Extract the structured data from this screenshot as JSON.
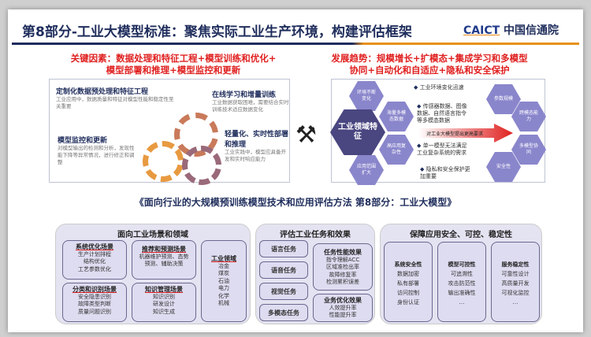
{
  "header": {
    "title": "第8部分-工业大模型标准：聚焦实际工业生产环境，构建评估框架",
    "logo_en": "CAICT",
    "logo_cn": "中国信通院"
  },
  "key_factors": {
    "line1": "关键因素：数据处理和特征工程+模型训练和优化+",
    "line2": "模型部署和推理+模型监控和更新"
  },
  "trends": {
    "line1": "发展趋势：规模增长+扩模态+集成学习和多模型",
    "line2": "协同+自动化和自适应+隐私和安全保护"
  },
  "left_panel": {
    "items": [
      {
        "title": "定制化数据预处理和特征工程",
        "desc": "工业应用中，数据质量和特征对模型性能和稳定性至关重要"
      },
      {
        "title": "在线学习和增量训练",
        "desc": "工业数据获取困难，需要结合实时训练技术适应数据变化"
      },
      {
        "title": "模型监控和更新",
        "desc": "对模型输出的检测和分析，发现性能下降等异常情况，进行修正和调整"
      },
      {
        "title": "轻量化、实时性部署和推理",
        "desc": "工业实践中，模型应具备开发和实时响应能力"
      }
    ]
  },
  "right_panel": {
    "center": "工业领域特征",
    "hexes_left": [
      "环境不断变化",
      "海量多模态数据",
      "高应用复杂性",
      "应用范围扩大"
    ],
    "bullets": [
      "工业环境变化迅速",
      "传感器数据、图像数据、自然语言指令等多模态数据",
      "单一模型无法满足工业复杂系统的需求",
      "隐私和安全保护更加重要"
    ],
    "arrow_text": "对工业大模型提出更高要求",
    "hexes_right": [
      "参数规模",
      "跨模态能力",
      "多模型协同",
      "安全性"
    ]
  },
  "middle_title": "《面向行业的大规模预训练模型技术和应用评估方法 第8部分：工业大模型》",
  "group1": {
    "title": "面向工业场景和领域",
    "boxes": [
      {
        "title": "系统优化场景",
        "lines": [
          "生产计划排程",
          "结构优化",
          "工艺参数优化"
        ]
      },
      {
        "title": "推荐和预测场景",
        "lines": [
          "机器维护预测、态势",
          "预测、辅助决策"
        ]
      },
      {
        "title": "分类和识别场景",
        "lines": [
          "安全隐患识别",
          "故障类型判断",
          "质量问题识别"
        ]
      },
      {
        "title": "知识管理场景",
        "lines": [
          "知识识别",
          "研发设计",
          "知识生成"
        ]
      },
      {
        "title": "工业领域",
        "lines": [
          "冶金",
          "煤炭",
          "石油",
          "电力",
          "化学",
          "机械"
        ]
      }
    ]
  },
  "group2": {
    "title": "评估工业任务和效果",
    "tasks": [
      "语言任务",
      "语音任务",
      "视觉任务",
      "多模态任务"
    ],
    "boxes": [
      {
        "title": "任务性能效果",
        "lines": [
          "指令理解ACC",
          "区域准检出率",
          "故障修复率",
          "检测累积误差"
        ]
      },
      {
        "title": "业务优化效果",
        "lines": [
          "人效提升率",
          "性能提升率"
        ]
      }
    ]
  },
  "group3": {
    "title": "保障应用安全、可控、稳定性",
    "boxes": [
      {
        "title": "系统安全性",
        "lines": [
          "数据加密",
          "私有部署",
          "访问控制",
          "身份认证"
        ]
      },
      {
        "title": "模型可控性",
        "lines": [
          "可追溯性",
          "攻击防范性",
          "输出准确性",
          "…"
        ]
      },
      {
        "title": "服务稳定性",
        "lines": [
          "可靠性设计",
          "高质量开发",
          "可视化监控",
          "…"
        ]
      }
    ]
  },
  "colors": {
    "navy": "#1f2d5c",
    "accent_red": "#e02020",
    "orange": "#e8901a",
    "hex_purple": "#8a86cc",
    "box_lavender": "#dedcf0"
  }
}
